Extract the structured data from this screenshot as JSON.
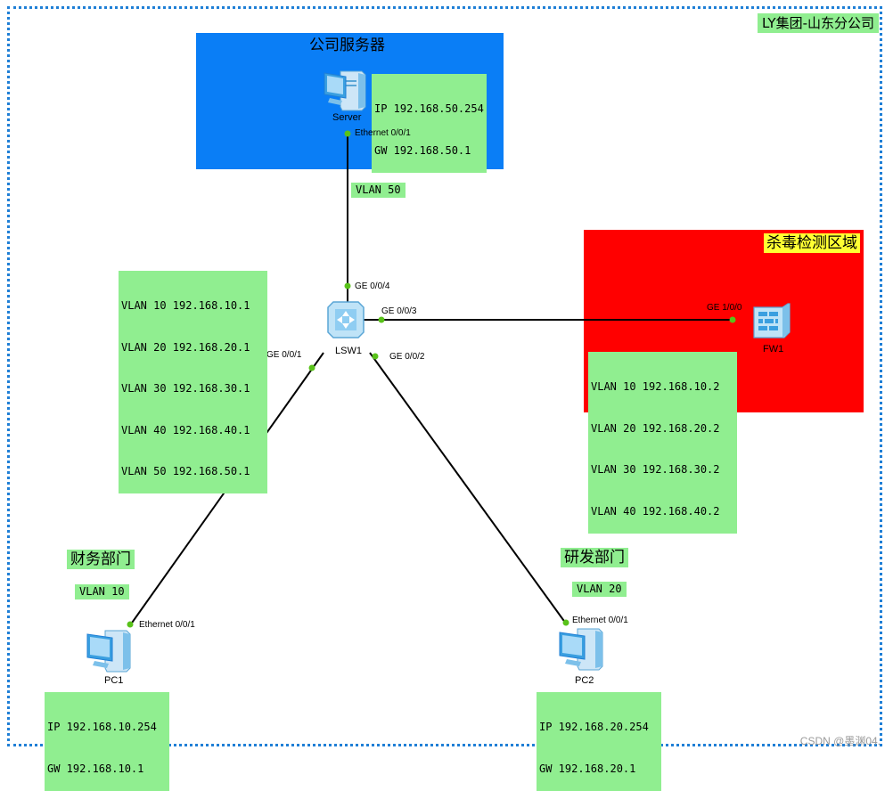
{
  "branch_title": "LY集团-山东分公司",
  "zones": {
    "server_zone": {
      "title": "公司服务器",
      "color": "#0a7ef6"
    },
    "av_zone": {
      "title": "杀毒检测区域",
      "color": "#ff0000"
    }
  },
  "devices": {
    "server": {
      "name": "Server",
      "ip": "IP 192.168.50.254",
      "gw": "GW 192.168.50.1",
      "port": "Ethernet 0/0/1"
    },
    "switch": {
      "name": "LSW1",
      "ports": {
        "to_server": "GE 0/0/4",
        "to_fw": "GE 0/0/3",
        "to_pc1": "GE 0/0/1",
        "to_pc2": "GE 0/0/2"
      }
    },
    "firewall": {
      "name": "FW1",
      "port": "GE 1/0/0"
    },
    "pc1": {
      "name": "PC1",
      "ip": "IP 192.168.10.254",
      "gw": "GW 192.168.10.1",
      "port": "Ethernet 0/0/1"
    },
    "pc2": {
      "name": "PC2",
      "ip": "IP 192.168.20.254",
      "gw": "GW 192.168.20.1",
      "port": "Ethernet 0/0/1"
    }
  },
  "switch_vlanif": [
    "VLAN 10 192.168.10.1",
    "VLAN 20 192.168.20.1",
    "VLAN 30 192.168.30.1",
    "VLAN 40 192.168.40.1",
    "VLAN 50 192.168.50.1"
  ],
  "firewall_vlanif": [
    "VLAN 10 192.168.10.2",
    "VLAN 20 192.168.20.2",
    "VLAN 30 192.168.30.2",
    "VLAN 40 192.168.40.2"
  ],
  "vlan_tags": {
    "server_link": "VLAN 50",
    "finance": "VLAN 10",
    "rnd": "VLAN 20"
  },
  "departments": {
    "finance": "财务部门",
    "rnd": "研发部门"
  },
  "watermark": "CSDN @墨渊04.",
  "colors": {
    "label_bg": "#90ee90",
    "link": "#000000",
    "port_dot": "#59c21a",
    "frame": "#1f7fd6",
    "zone_title_bg": "#ffff33"
  }
}
